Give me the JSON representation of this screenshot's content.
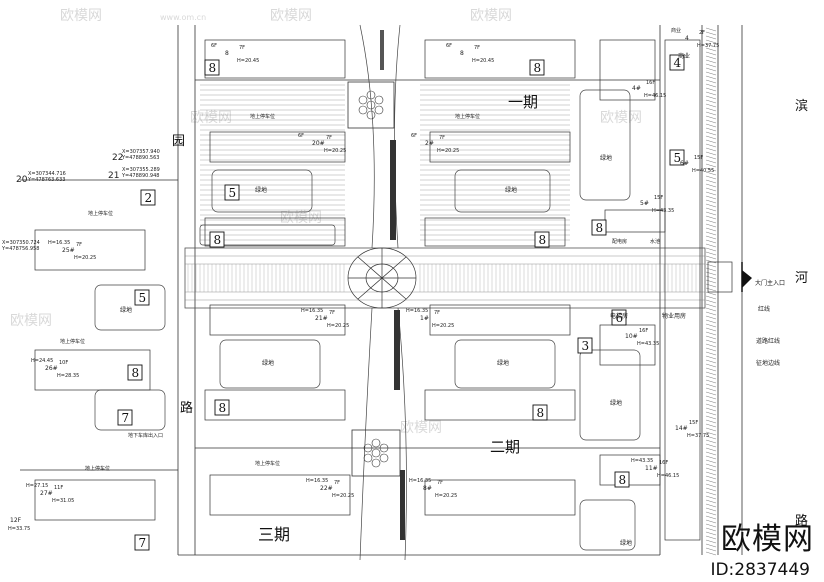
{
  "watermarks": [
    "欧模网",
    "欧模网",
    "欧模网",
    "欧模网",
    "欧模网",
    "欧模网",
    "欧模网",
    "欧模网"
  ],
  "watermark_url": "www.om.cn",
  "phase_labels": {
    "phase1": "一期",
    "phase2": "二期",
    "phase3": "三期"
  },
  "road_chars": {
    "yuan": "园",
    "lu_left": "路",
    "bin": "滨",
    "he": "河",
    "lu_right": "路"
  },
  "coords": [
    {
      "id": "22",
      "x": "X=307357.940",
      "y": "Y=478890.563"
    },
    {
      "id": "21",
      "x": "X=307355.289",
      "y": "Y=478890.948"
    },
    {
      "id": "20",
      "x": "X=307344.716",
      "y": "Y=478763.633"
    },
    {
      "id": "",
      "x": "X=307350.724",
      "y": "Y=478756.958"
    }
  ],
  "buildings": [
    {
      "no": "8",
      "floors": "7F",
      "height": "H=20.45",
      "sub": "6F"
    },
    {
      "no": "8",
      "floors": "7F",
      "height": "H=20.45",
      "sub": "6F"
    },
    {
      "no": "4",
      "floors": "2F",
      "height": "H=37.75",
      "sub": "商业"
    },
    {
      "no": "4#",
      "floors": "16F",
      "height": "H=46.15",
      "sub": ""
    },
    {
      "no": "20#",
      "floors": "7F",
      "height": "H=20.25",
      "sub": "6F"
    },
    {
      "no": "2#",
      "floors": "7F",
      "height": "H=20.25",
      "sub": "6F"
    },
    {
      "no": "6#",
      "floors": "15F",
      "height": "H=40.55",
      "sub": ""
    },
    {
      "no": "5#",
      "floors": "15F",
      "height": "H=43.35",
      "sub": ""
    },
    {
      "no": "25#",
      "floors": "7F",
      "height": "H=20.25",
      "sub": "H=16.35"
    },
    {
      "no": "21#",
      "floors": "7F",
      "height": "H=20.25",
      "sub": "H=16.35"
    },
    {
      "no": "1#",
      "floors": "7F",
      "height": "H=20.25",
      "sub": "H=16.35"
    },
    {
      "no": "10#",
      "floors": "16F",
      "height": "H=43.35",
      "sub": ""
    },
    {
      "no": "26#",
      "floors": "10F",
      "height": "H=28.35",
      "sub": "H=24.45"
    },
    {
      "no": "14#",
      "floors": "15F",
      "height": "H=37.75",
      "sub": ""
    },
    {
      "no": "11#",
      "floors": "16F",
      "height": "H=46.15",
      "sub": "H=43.35"
    },
    {
      "no": "27#",
      "floors": "11F",
      "height": "H=31.05",
      "sub": "H=27.15"
    },
    {
      "no": "22#",
      "floors": "7F",
      "height": "H=20.25",
      "sub": "H=16.35"
    },
    {
      "no": "8#",
      "floors": "7F",
      "height": "H=20.25",
      "sub": "H=16.35"
    }
  ],
  "small_labels": {
    "green": "绿地",
    "parking": "地上停车位",
    "underground_entry": "地下车库出入口",
    "main_entry": "大门主入口",
    "redline": "红线",
    "road_redline": "道路红线",
    "land_boundary": "征地边线",
    "plant_room": "电梯房",
    "shop": "商业",
    "reservoir": "水池",
    "shop2": "物业用房",
    "substation": "配电房",
    "zone_3f": "12F",
    "h33": "H=33.75",
    "h31": "H=31.05",
    "h24": "H=24.45",
    "h28": "H=28.35"
  },
  "block_numbers": [
    "8",
    "8",
    "4",
    "5",
    "2",
    "5",
    "8",
    "8",
    "8",
    "5",
    "6",
    "3",
    "8",
    "7",
    "8",
    "8",
    "8",
    "7"
  ],
  "brand": "欧模网",
  "id_code": "ID:2837449"
}
